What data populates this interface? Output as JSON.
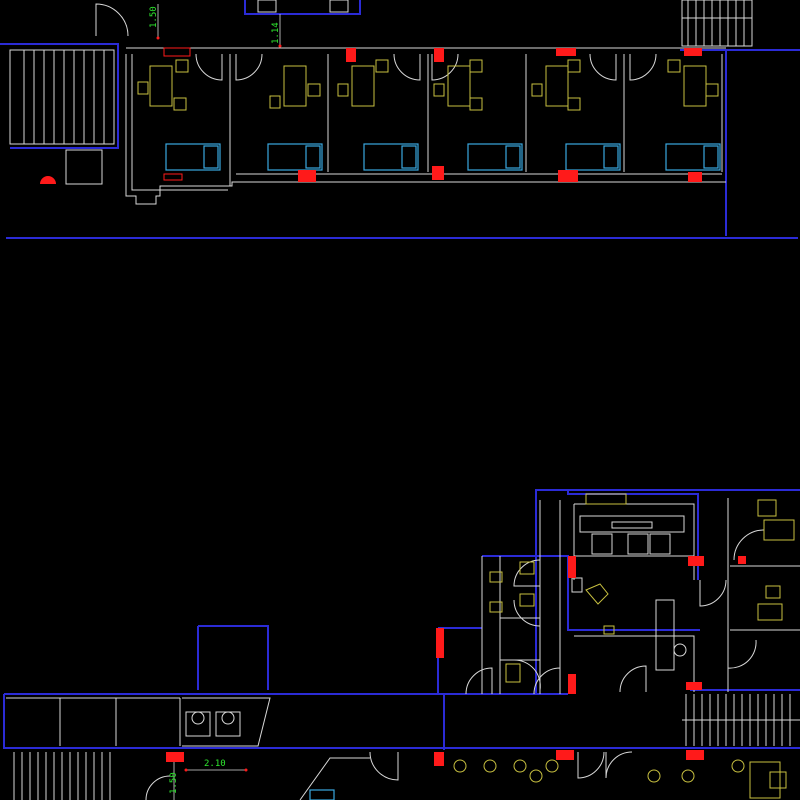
{
  "drawing": {
    "background": "#000000",
    "colors": {
      "wall": "#2b2bd6",
      "partition": "#d8d8d8",
      "column": "#ff1a1a",
      "furniture": "#c8c040",
      "bed": "#3aa8e0",
      "dimension": "#2ee82e"
    },
    "dimensions": {
      "top_left": "1.50",
      "top_mid": "1.14",
      "bottom_horizontal": "2.10",
      "bottom_vertical": "1.50"
    }
  }
}
